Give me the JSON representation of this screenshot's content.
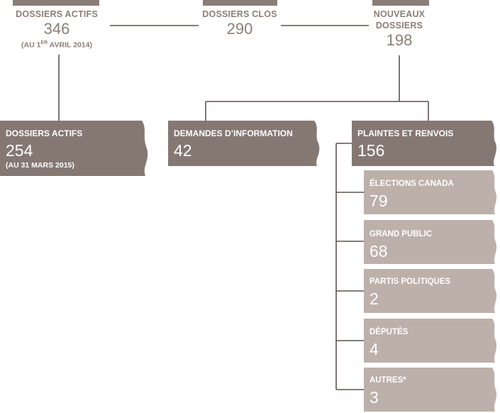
{
  "colors": {
    "dark": "#857873",
    "light": "#bdb0aa",
    "line": "#5a5452",
    "text_top": "#8a7e78"
  },
  "top": {
    "active_start": {
      "label": "DOSSIERS ACTIFS",
      "value": "346",
      "note_a": "(AU 1",
      "note_sup": "ER",
      "note_b": " AVRIL 2014)"
    },
    "closed": {
      "label": "DOSSIERS CLOS",
      "value": "290"
    },
    "new": {
      "label_line1": "NOUVEAUX",
      "label_line2": "DOSSIERS",
      "value": "198"
    }
  },
  "active_end": {
    "label": "DOSSIERS ACTIFS",
    "value": "254",
    "note": "(AU 31 MARS 2015)"
  },
  "info_requests": {
    "label": "DEMANDES D’INFORMATION",
    "value": "42"
  },
  "complaints": {
    "label": "PLAINTES ET RENVOIS",
    "value": "156"
  },
  "sources": [
    {
      "label": "ÉLECTIONS CANADA",
      "value": "79"
    },
    {
      "label": "GRAND PUBLIC",
      "value": "68"
    },
    {
      "label": "PARTIS POLITIQUES",
      "value": "2"
    },
    {
      "label": "DÉPUTÉS",
      "value": "4"
    },
    {
      "label": "AUTRES*",
      "value": "3"
    }
  ]
}
